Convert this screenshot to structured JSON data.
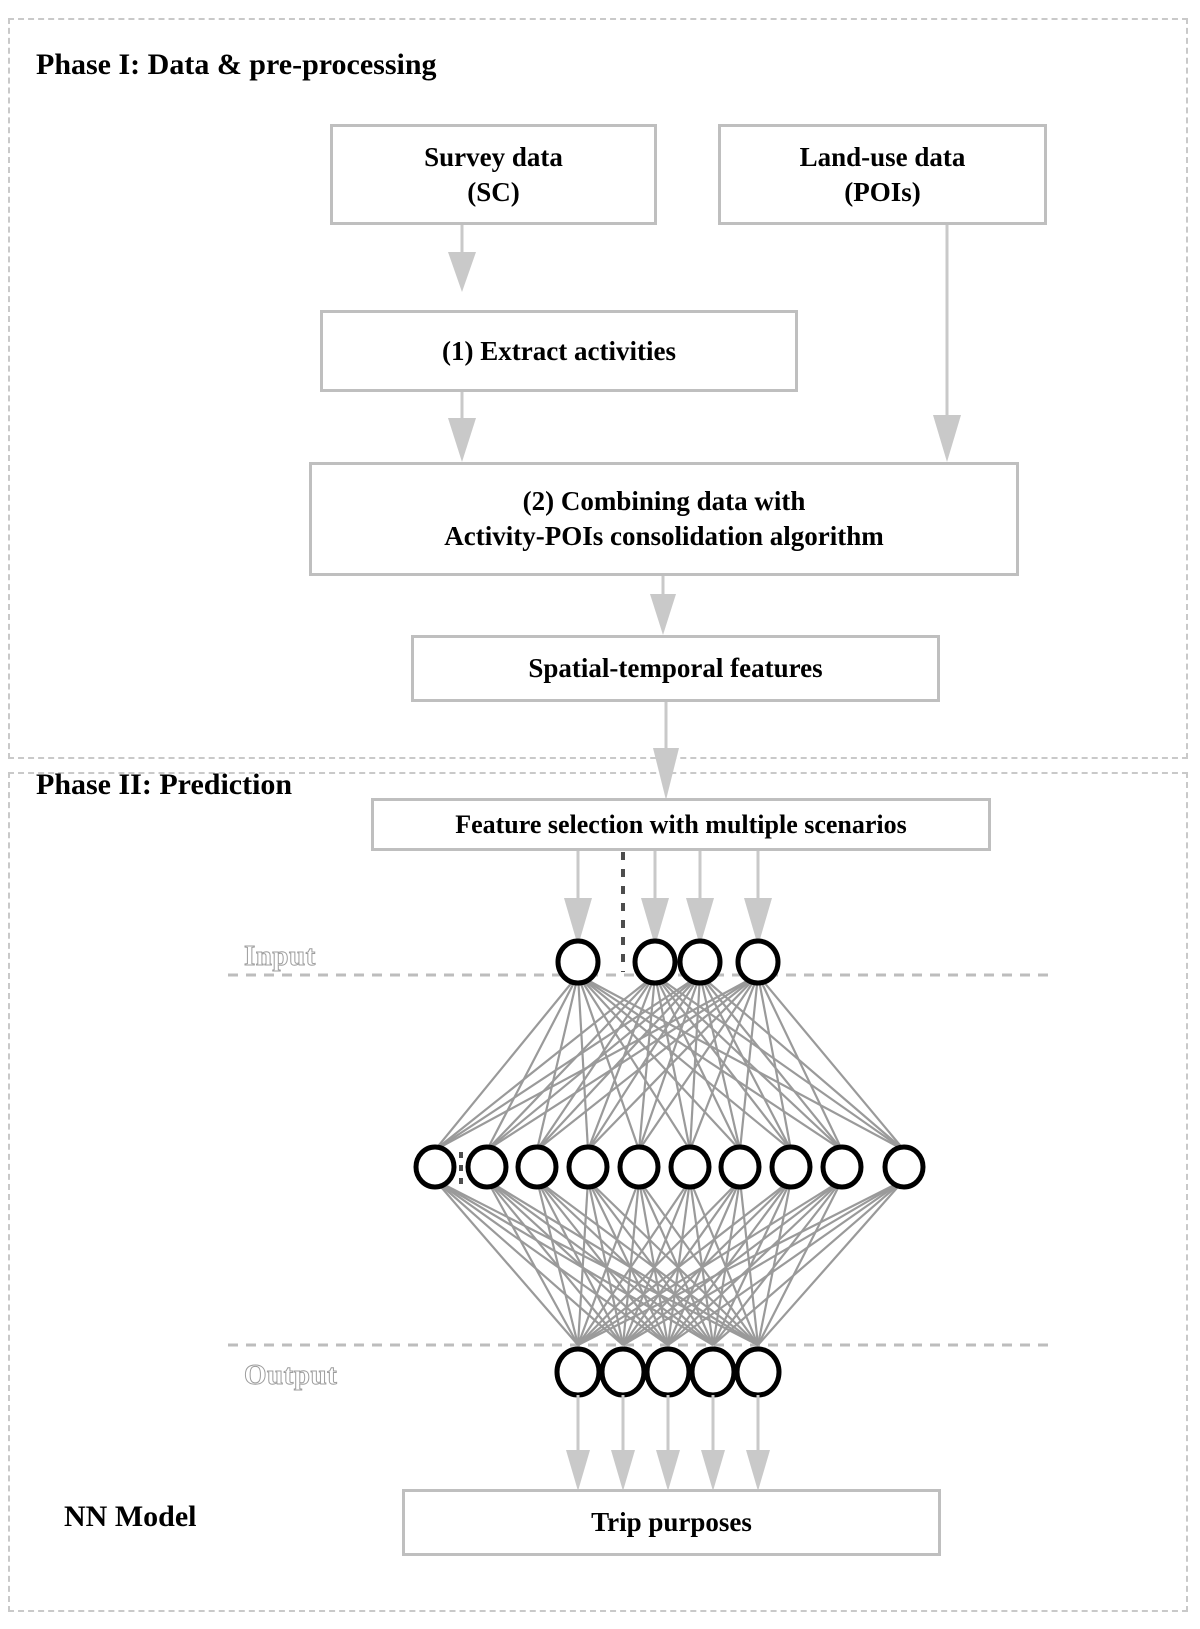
{
  "diagram": {
    "phases": [
      {
        "id": "phase1",
        "title": "Phase I: Data & pre-processing"
      },
      {
        "id": "phase2",
        "title": "Phase II: Prediction"
      }
    ],
    "boxes": {
      "survey_data": {
        "line1": "Survey data",
        "line2": "(SC)"
      },
      "land_use_data": {
        "line1": "Land-use data",
        "line2": "(POIs)"
      },
      "extract_activities": {
        "line1": "(1) Extract activities"
      },
      "combining_data": {
        "line1": "(2) Combining data with",
        "line2": "Activity-POIs consolidation algorithm"
      },
      "spatial_temporal": {
        "line1": "Spatial-temporal features"
      },
      "feature_selection": {
        "line1": "Feature selection with multiple scenarios"
      },
      "trip_purposes": {
        "line1": "Trip purposes"
      }
    },
    "nn": {
      "input_label": "Input",
      "output_label": "Output",
      "model_label": "NN Model",
      "input_node_count": 4,
      "hidden_node_count": 10,
      "output_node_count": 5,
      "input_feed_arrow_count": 4,
      "output_feed_arrow_count": 5
    },
    "colors": {
      "box_border": "#bfbfbf",
      "arrow": "#c4c4c4",
      "connection": "#9a9a9a",
      "node_stroke": "#000000",
      "frame_dash": "#c9c9c9",
      "layer_label": "#9d9d9d",
      "background": "#ffffff"
    }
  }
}
